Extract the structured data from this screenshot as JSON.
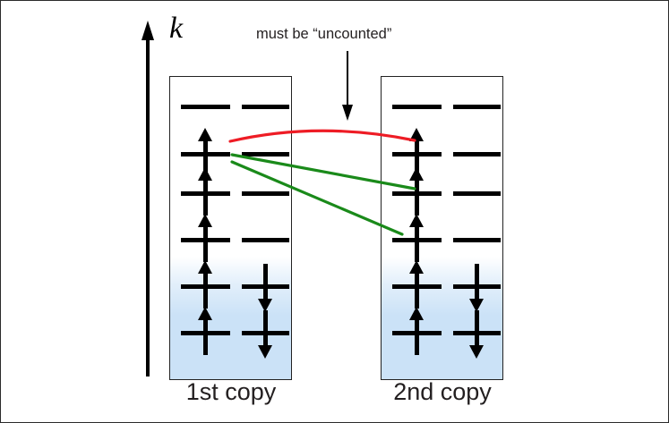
{
  "diagram": {
    "title_axis": "k",
    "annotation": {
      "text": "must be “uncounted”",
      "pointer": "down-arrow"
    },
    "copies": [
      {
        "id": "copy1",
        "label": "1st copy",
        "levels": [
          {
            "index": 1,
            "left_spin": "none",
            "right_spin": "none",
            "filled": false
          },
          {
            "index": 2,
            "left_spin": "up",
            "right_spin": "none",
            "filled": false
          },
          {
            "index": 3,
            "left_spin": "up",
            "right_spin": "none",
            "filled": false
          },
          {
            "index": 4,
            "left_spin": "up",
            "right_spin": "none",
            "filled": false
          },
          {
            "index": 5,
            "left_spin": "up",
            "right_spin": "down",
            "filled": true
          },
          {
            "index": 6,
            "left_spin": "up",
            "right_spin": "down",
            "filled": true
          }
        ]
      },
      {
        "id": "copy2",
        "label": "2nd copy",
        "levels": [
          {
            "index": 1,
            "left_spin": "none",
            "right_spin": "none",
            "filled": false
          },
          {
            "index": 2,
            "left_spin": "up",
            "right_spin": "none",
            "filled": false
          },
          {
            "index": 3,
            "left_spin": "up",
            "right_spin": "none",
            "filled": false
          },
          {
            "index": 4,
            "left_spin": "up",
            "right_spin": "none",
            "filled": false
          },
          {
            "index": 5,
            "left_spin": "up",
            "right_spin": "down",
            "filled": true
          },
          {
            "index": 6,
            "left_spin": "up",
            "right_spin": "down",
            "filled": true
          }
        ]
      }
    ],
    "connectors": [
      {
        "name": "red-arc",
        "color": "#ee1c25",
        "from_level": 2,
        "to_level": 2,
        "style": "curved"
      },
      {
        "name": "green-line-mid",
        "color": "#1a8a1a",
        "from_level": 2,
        "to_level": 3,
        "style": "straight"
      },
      {
        "name": "green-line-low",
        "color": "#1a8a1a",
        "from_level": 2,
        "to_level": 4,
        "style": "straight"
      }
    ],
    "colors": {
      "sea_fill": "#cbe2f7",
      "level_line": "#000000",
      "red": "#ee1c25",
      "green": "#1a8a1a",
      "text": "#231f20",
      "border": "#2b2b2b"
    }
  }
}
